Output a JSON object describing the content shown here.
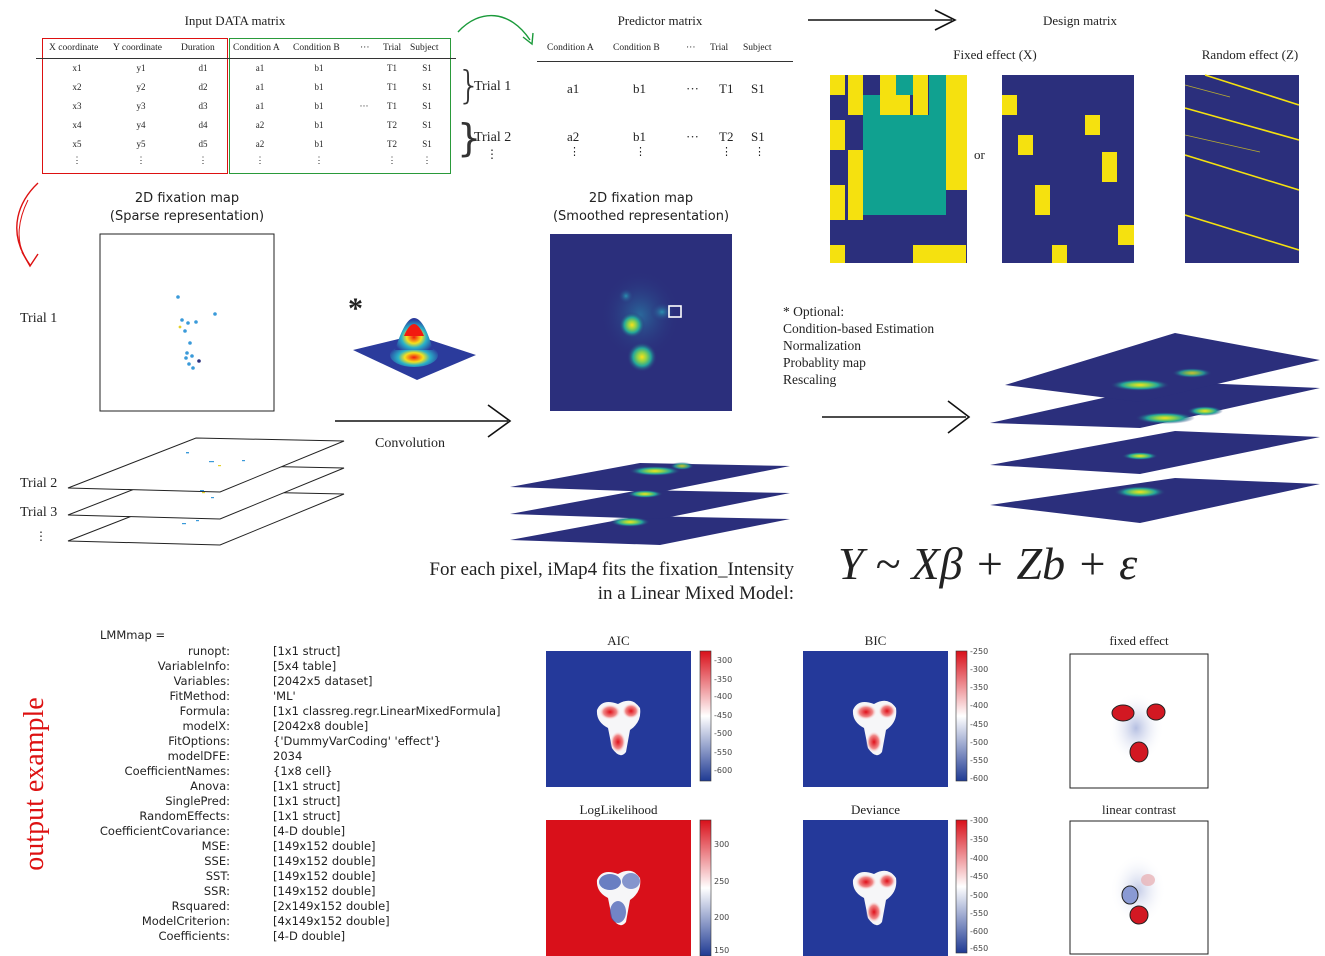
{
  "input_matrix": {
    "title": "Input DATA matrix",
    "headers": [
      "X coordinate",
      "Y coordinate",
      "Duration",
      "Condition A",
      "Condition B",
      "···",
      "Trial",
      "Subject"
    ],
    "rows": [
      [
        "x1",
        "y1",
        "d1",
        "a1",
        "b1",
        "",
        "T1",
        "S1"
      ],
      [
        "x2",
        "y2",
        "d2",
        "a1",
        "b1",
        "",
        "T1",
        "S1"
      ],
      [
        "x3",
        "y3",
        "d3",
        "a1",
        "b1",
        "···",
        "T1",
        "S1"
      ],
      [
        "x4",
        "y4",
        "d4",
        "a2",
        "b1",
        "",
        "T2",
        "S1"
      ],
      [
        "x5",
        "y5",
        "d5",
        "a2",
        "b1",
        "",
        "T2",
        "S1"
      ],
      [
        "⋮",
        "⋮",
        "⋮",
        "⋮",
        "⋮",
        "",
        "⋮",
        "⋮"
      ]
    ],
    "trial1": "Trial 1",
    "trial2": "Trial 2"
  },
  "predictor_matrix": {
    "title": "Predictor matrix",
    "headers": [
      "Condition A",
      "Condition B",
      "···",
      "Trial",
      "Subject"
    ],
    "row1": [
      "a1",
      "b1",
      "···",
      "T1",
      "S1"
    ],
    "row2": [
      "a2",
      "b1",
      "···",
      "T2",
      "S1"
    ]
  },
  "design_matrix": {
    "title": "Design matrix",
    "fixed": "Fixed effect (X)",
    "random": "Random effect (Z)",
    "or": "or"
  },
  "sparse_map": {
    "title1": "2D fixation map",
    "title2": "(Sparse representation)"
  },
  "smoothed_map": {
    "title1": "2D fixation map",
    "title2": "(Smoothed representation)"
  },
  "trials": {
    "t1": "Trial 1",
    "t2": "Trial 2",
    "t3": "Trial 3",
    "dots": "⋮"
  },
  "convolution": "Convolution",
  "asterisk": "*",
  "optional": [
    "* Optional:",
    "Condition-based Estimation",
    "Normalization",
    "Probablity map",
    "Rescaling"
  ],
  "fit_text": {
    "line1": "For each pixel, iMap4  fits the fixation_Intensity",
    "line2": "in a Linear Mixed Model:"
  },
  "equation": "Y ~ Xβ + Zb + ε",
  "output_label": "output example",
  "lmm": {
    "header": "LMMmap =",
    "fields": [
      [
        "runopt:",
        "[1x1 struct]"
      ],
      [
        "VariableInfo:",
        "[5x4 table]"
      ],
      [
        "Variables:",
        "[2042x5 dataset]"
      ],
      [
        "FitMethod:",
        "'ML'"
      ],
      [
        "Formula:",
        "[1x1 classreg.regr.LinearMixedFormula]"
      ],
      [
        "modelX:",
        "[2042x8 double]"
      ],
      [
        "FitOptions:",
        "{'DummyVarCoding'  'effect'}"
      ],
      [
        "modelDFE:",
        "2034"
      ],
      [
        "CoefficientNames:",
        "{1x8 cell}"
      ],
      [
        "Anova:",
        "[1x1 struct]"
      ],
      [
        "SinglePred:",
        "[1x1 struct]"
      ],
      [
        "RandomEffects:",
        "[1x1 struct]"
      ],
      [
        "CoefficientCovariance:",
        "[4-D double]"
      ],
      [
        "MSE:",
        "[149x152 double]"
      ],
      [
        "SSE:",
        "[149x152 double]"
      ],
      [
        "SST:",
        "[149x152 double]"
      ],
      [
        "SSR:",
        "[149x152 double]"
      ],
      [
        "Rsquared:",
        "[2x149x152 double]"
      ],
      [
        "ModelCriterion:",
        "[4x149x152 double]"
      ],
      [
        "Coefficients:",
        "[4-D double]"
      ]
    ]
  },
  "panels": {
    "aic": {
      "title": "AIC",
      "ticks": [
        "-300",
        "-350",
        "-400",
        "-450",
        "-500",
        "-550",
        "-600"
      ]
    },
    "bic": {
      "title": "BIC",
      "ticks": [
        "-250",
        "-300",
        "-350",
        "-400",
        "-450",
        "-500",
        "-550",
        "-600"
      ]
    },
    "fixed": {
      "title": "fixed effect"
    },
    "loglik": {
      "title": "LogLikelihood",
      "ticks": [
        "300",
        "250",
        "200",
        "150"
      ]
    },
    "deviance": {
      "title": "Deviance",
      "ticks": [
        "-300",
        "-350",
        "-400",
        "-450",
        "-500",
        "-550",
        "-600",
        "-650"
      ]
    },
    "contrast": {
      "title": "linear contrast"
    }
  },
  "colors": {
    "navy": "#2b2f7c",
    "yellow": "#f5e10f",
    "teal": "#10a190",
    "red": "#e0101a",
    "blue": "#1f3a93",
    "green": "#1a9a3a"
  }
}
